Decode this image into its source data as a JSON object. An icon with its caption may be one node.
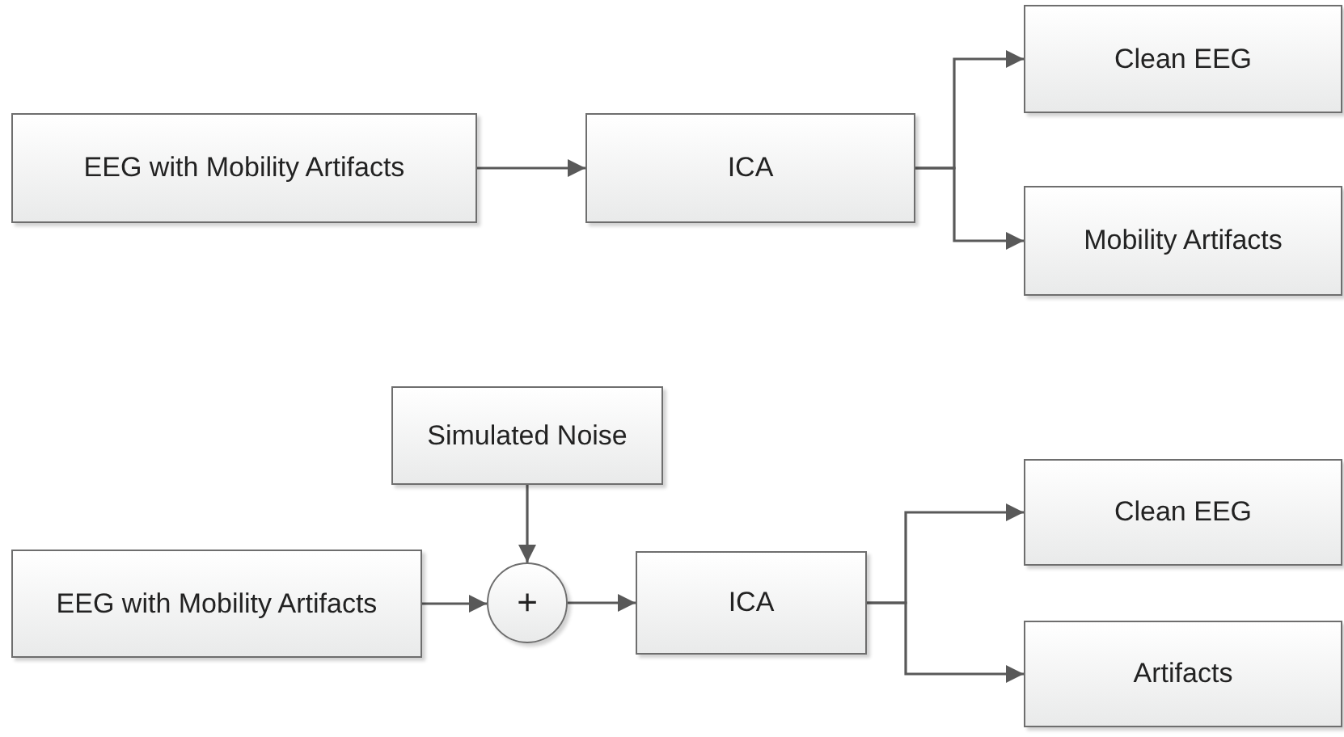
{
  "diagram": {
    "nodes": [
      {
        "text": [
          "EEG with Mobility Artifacts"
        ]
      },
      {
        "text": [
          "ICA"
        ]
      },
      {
        "text": [
          "Clean EEG"
        ]
      },
      {
        "text": [
          "Mobility Artifacts"
        ]
      },
      {
        "text": [
          "Simulated Noise"
        ]
      },
      {
        "text": [
          "EEG with Mobility Artifacts"
        ]
      },
      {
        "text": [
          "+"
        ]
      },
      {
        "text": [
          "ICA"
        ]
      },
      {
        "text": [
          "Clean EEG"
        ]
      },
      {
        "text": [
          "Artifacts"
        ]
      }
    ],
    "edges": [
      {
        "from": 0,
        "to": 1,
        "arrow": "to"
      },
      {
        "from": 1,
        "to": 2,
        "arrow": "to"
      },
      {
        "from": 1,
        "to": 3,
        "arrow": "to"
      },
      {
        "from": 5,
        "to": 6,
        "arrow": "to"
      },
      {
        "from": 4,
        "to": 6,
        "arrow": "to"
      },
      {
        "from": 6,
        "to": 7,
        "arrow": "to"
      },
      {
        "from": 7,
        "to": 8,
        "arrow": "to"
      },
      {
        "from": 7,
        "to": 9,
        "arrow": "to"
      }
    ]
  }
}
